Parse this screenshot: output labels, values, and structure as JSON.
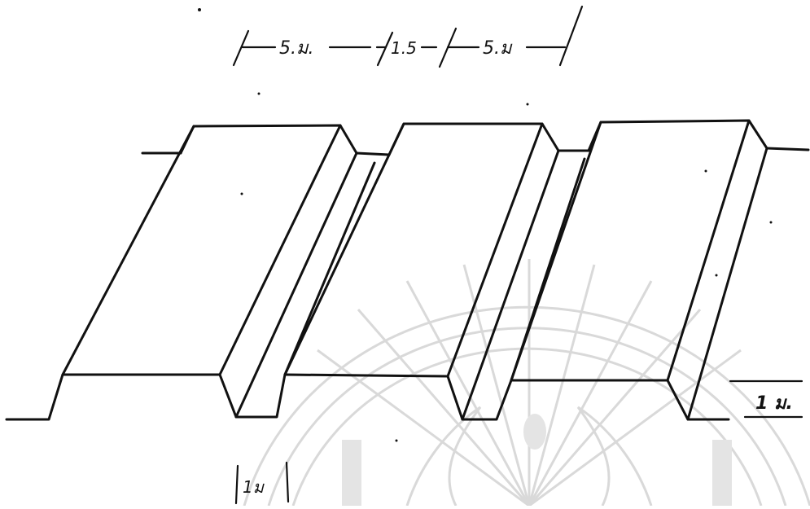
{
  "dimensions": {
    "top_left": "5.ม.",
    "top_mid": "1.5",
    "top_right": "5.ม",
    "bottom_left": "1ม",
    "right_side": "1 ม."
  },
  "colors": {
    "ink": "#111111",
    "watermark": "#d9d9d9",
    "background": "#ffffff"
  }
}
